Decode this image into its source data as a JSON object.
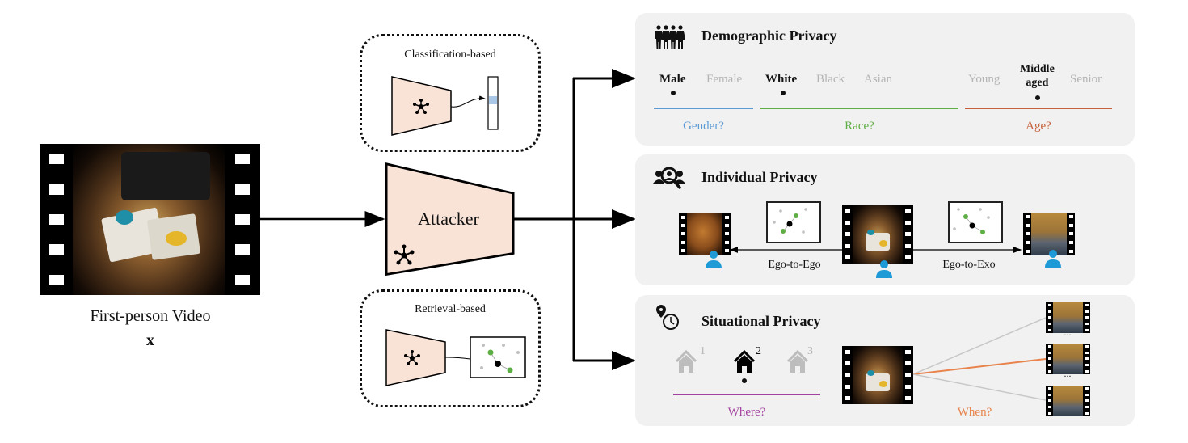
{
  "input": {
    "caption": "First-person Video",
    "symbol": "x"
  },
  "attacker": {
    "label": "Attacker",
    "icon": "network-icon"
  },
  "variants": {
    "classification": {
      "label": "Classification-based"
    },
    "retrieval": {
      "label": "Retrieval-based"
    }
  },
  "colors": {
    "encoder_fill": "#f9e2d6",
    "panel_bg": "#f1f1f1",
    "gender": "#5b9bd5",
    "race": "#5fae45",
    "age": "#c5603a",
    "where": "#a340a0",
    "when": "#e8834c",
    "person": "#1e9ad6",
    "unselected": "#b4b4b4",
    "embedding_highlight": "#a9c8e8"
  },
  "demographic": {
    "title": "Demographic Privacy",
    "icon": "people-icon",
    "groups": [
      {
        "label": "Gender?",
        "options": [
          {
            "text": "Male",
            "selected": true
          },
          {
            "text": "Female",
            "selected": false
          }
        ]
      },
      {
        "label": "Race?",
        "options": [
          {
            "text": "White",
            "selected": true
          },
          {
            "text": "Black",
            "selected": false
          },
          {
            "text": "Asian",
            "selected": false
          }
        ]
      },
      {
        "label": "Age?",
        "options": [
          {
            "text": "Young",
            "selected": false
          },
          {
            "text": "Middle aged",
            "selected": true
          },
          {
            "text": "Senior",
            "selected": false
          }
        ]
      }
    ],
    "middle_line1": "Middle",
    "middle_line2": "aged"
  },
  "individual": {
    "title": "Individual Privacy",
    "icon": "user-search-icon",
    "left_label": "Ego-to-Ego",
    "right_label": "Ego-to-Exo"
  },
  "situational": {
    "title": "Situational Privacy",
    "icon": "location-clock-icon",
    "houses": [
      {
        "number": "1",
        "selected": false
      },
      {
        "number": "2",
        "selected": true
      },
      {
        "number": "3",
        "selected": false
      }
    ],
    "where_label": "Where?",
    "when_label": "When?",
    "ellipsis": "...",
    "selected_clip_index": 1
  }
}
